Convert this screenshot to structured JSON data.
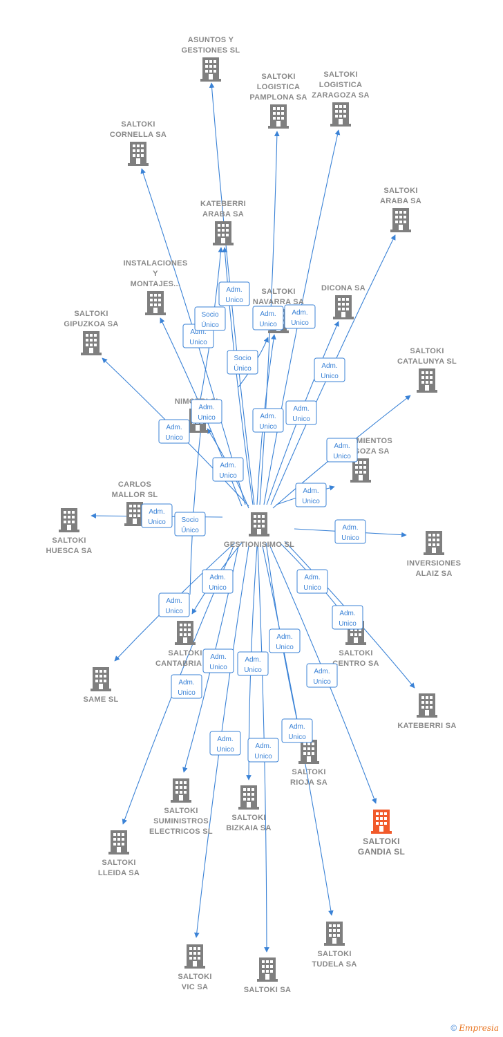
{
  "diagram": {
    "center": "GESTIONISIMO SL",
    "colors": {
      "edge": "#3a82d6",
      "node": "#7f7f7f",
      "highlight": "#f15a2b"
    },
    "icon": "building-icon",
    "nodes": [
      {
        "id": "gestionisimo",
        "lines": [
          "GESTIONISIMO SL"
        ]
      },
      {
        "id": "asuntos",
        "lines": [
          "ASUNTOS Y",
          "GESTIONES SL"
        ]
      },
      {
        "id": "pamplona",
        "lines": [
          "SALTOKI",
          "LOGISTICA",
          "PAMPLONA SA"
        ]
      },
      {
        "id": "zaragoza-log",
        "lines": [
          "SALTOKI",
          "LOGISTICA",
          "ZARAGOZA SA"
        ]
      },
      {
        "id": "cornella",
        "lines": [
          "SALTOKI",
          "CORNELLA SA"
        ]
      },
      {
        "id": "kateberri-araba",
        "lines": [
          "KATEBERRI",
          "ARABA SA"
        ]
      },
      {
        "id": "saltoki-araba",
        "lines": [
          "SALTOKI",
          "ARABA SA"
        ]
      },
      {
        "id": "instalaciones",
        "lines": [
          "INSTALACIONES",
          "Y",
          "MONTAJES..."
        ]
      },
      {
        "id": "navarra",
        "lines": [
          "SALTOKI",
          "NAVARRA SA"
        ]
      },
      {
        "id": "dicona",
        "lines": [
          "DICONA SA"
        ]
      },
      {
        "id": "gipuzkoa",
        "lines": [
          "SALTOKI",
          "GIPUZKOA SA"
        ]
      },
      {
        "id": "catalunya",
        "lines": [
          "SALTOKI",
          "CATALUNYA SL"
        ]
      },
      {
        "id": "nimotri",
        "lines": [
          "NIMOTRI SL"
        ]
      },
      {
        "id": "saneamientos",
        "lines": [
          "SANEAMIENTOS",
          "ZARAGOZA SA"
        ]
      },
      {
        "id": "carlos",
        "lines": [
          "CARLOS",
          "MALLOR SL"
        ]
      },
      {
        "id": "huesca",
        "lines": [
          "SALTOKI",
          "HUESCA SA"
        ]
      },
      {
        "id": "inversiones",
        "lines": [
          "INVERSIONES",
          "ALAIZ SA"
        ]
      },
      {
        "id": "cantabria",
        "lines": [
          "SALTOKI",
          "CANTABRIA SA"
        ]
      },
      {
        "id": "centro",
        "lines": [
          "SALTOKI",
          "CENTRO SA"
        ]
      },
      {
        "id": "same",
        "lines": [
          "SAME SL"
        ]
      },
      {
        "id": "kateberri",
        "lines": [
          "KATEBERRI SA"
        ]
      },
      {
        "id": "rioja",
        "lines": [
          "SALTOKI",
          "RIOJA SA"
        ]
      },
      {
        "id": "suministros",
        "lines": [
          "SALTOKI",
          "SUMINISTROS",
          "ELECTRICOS SL"
        ]
      },
      {
        "id": "bizkaia",
        "lines": [
          "SALTOKI",
          "BIZKAIA SA"
        ]
      },
      {
        "id": "gandia",
        "lines": [
          "SALTOKI",
          "GANDIA  SL"
        ],
        "highlight": true
      },
      {
        "id": "lleida",
        "lines": [
          "SALTOKI",
          "LLEIDA SA"
        ]
      },
      {
        "id": "tudela",
        "lines": [
          "SALTOKI",
          "TUDELA SA"
        ]
      },
      {
        "id": "vic",
        "lines": [
          "SALTOKI",
          "VIC SA"
        ]
      },
      {
        "id": "saltoki-sa",
        "lines": [
          "SALTOKI SA"
        ]
      }
    ],
    "edges": [
      {
        "from": "gestionisimo",
        "to": "asuntos",
        "label": [
          "Adm.",
          "Unico"
        ]
      },
      {
        "from": "gestionisimo",
        "to": "pamplona",
        "label": [
          "Adm.",
          "Unico"
        ]
      },
      {
        "from": "gestionisimo",
        "to": "zaragoza-log",
        "label": [
          "Adm.",
          "Unico"
        ]
      },
      {
        "from": "gestionisimo",
        "to": "cornella",
        "label": [
          "Adm.",
          "Unico"
        ]
      },
      {
        "from": "gestionisimo",
        "to": "kateberri-araba",
        "label": [
          "Adm.",
          "Unico"
        ]
      },
      {
        "from": "gestionisimo",
        "to": "kateberri-araba",
        "label": [
          "Socio",
          "Único"
        ]
      },
      {
        "from": "gestionisimo",
        "to": "saltoki-araba",
        "label": [
          "Adm.",
          "Unico"
        ]
      },
      {
        "from": "gestionisimo",
        "to": "instalaciones",
        "label": [
          "Adm.",
          "Unico"
        ]
      },
      {
        "from": "gestionisimo",
        "to": "navarra",
        "label": [
          "Adm.",
          "Unico"
        ]
      },
      {
        "from": "gestionisimo",
        "to": "navarra",
        "label": [
          "Socio",
          "Único"
        ]
      },
      {
        "from": "gestionisimo",
        "to": "dicona",
        "label": [
          "Adm.",
          "Unico"
        ]
      },
      {
        "from": "gestionisimo",
        "to": "gipuzkoa",
        "label": [
          "Adm.",
          "Unico"
        ]
      },
      {
        "from": "gestionisimo",
        "to": "catalunya",
        "label": [
          "Adm.",
          "Unico"
        ]
      },
      {
        "from": "gestionisimo",
        "to": "nimotri",
        "label": [
          "Adm.",
          "Unico"
        ]
      },
      {
        "from": "gestionisimo",
        "to": "saneamientos",
        "label": [
          "Adm.",
          "Unico"
        ]
      },
      {
        "from": "gestionisimo",
        "to": "carlos",
        "label": [
          "Adm.",
          "Unico"
        ]
      },
      {
        "from": "gestionisimo",
        "to": "carlos",
        "label": [
          "Socio",
          "Único"
        ]
      },
      {
        "from": "gestionisimo",
        "to": "inversiones",
        "label": [
          "Adm.",
          "Unico"
        ]
      },
      {
        "from": "gestionisimo",
        "to": "cantabria",
        "label": [
          "Adm.",
          "Unico"
        ]
      },
      {
        "from": "gestionisimo",
        "to": "centro",
        "label": [
          "Adm.",
          "Unico"
        ]
      },
      {
        "from": "gestionisimo",
        "to": "same",
        "label": [
          "Adm.",
          "Unico"
        ]
      },
      {
        "from": "gestionisimo",
        "to": "kateberri",
        "label": [
          "Adm.",
          "Unico"
        ]
      },
      {
        "from": "gestionisimo",
        "to": "rioja",
        "label": [
          "Adm.",
          "Unico"
        ]
      },
      {
        "from": "gestionisimo",
        "to": "suministros",
        "label": [
          "Adm.",
          "Unico"
        ]
      },
      {
        "from": "gestionisimo",
        "to": "bizkaia",
        "label": [
          "Adm.",
          "Unico"
        ]
      },
      {
        "from": "gestionisimo",
        "to": "gandia",
        "label": [
          "Adm.",
          "Unico"
        ]
      },
      {
        "from": "gestionisimo",
        "to": "lleida",
        "label": [
          "Adm.",
          "Unico"
        ]
      },
      {
        "from": "gestionisimo",
        "to": "tudela",
        "label": [
          "Adm.",
          "Unico"
        ]
      },
      {
        "from": "gestionisimo",
        "to": "vic",
        "label": [
          "Adm.",
          "Unico"
        ]
      },
      {
        "from": "gestionisimo",
        "to": "saltoki-sa",
        "label": [
          "Adm.",
          "Unico"
        ]
      }
    ]
  },
  "credit": {
    "symbol": "©",
    "brand": "Empresia"
  }
}
